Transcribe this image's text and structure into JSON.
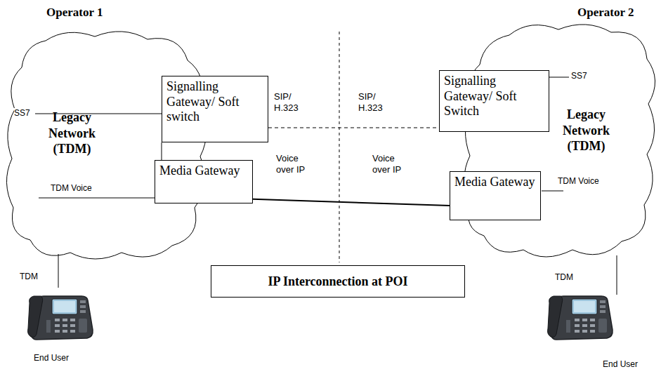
{
  "diagram": {
    "nodes": [
      {
        "text": [
          "Legacy Network (TDM)"
        ]
      },
      {
        "text": [
          "Signalling Gateway/ Soft switch"
        ]
      },
      {
        "text": [
          "Media Gateway"
        ]
      },
      {
        "text": [
          "Legacy Network (TDM)"
        ]
      },
      {
        "text": [
          "Signalling Gateway/ Soft Switch"
        ]
      },
      {
        "text": [
          "Media Gateway"
        ]
      },
      {
        "text": [
          "IP Interconnection at POI"
        ]
      }
    ],
    "edges": [
      {
        "from": 1,
        "to": 4,
        "arrow": "none"
      },
      {
        "from": 2,
        "to": 5,
        "arrow": "none"
      },
      {
        "from": 1,
        "to": 2,
        "arrow": "none"
      }
    ],
    "labels": [
      "Operator 1",
      "Operator 2",
      "SS7",
      "TDM Voice",
      "SIP/ H.323",
      "SIP/ H.323",
      "Voice over IP",
      "Voice over IP",
      "SS7",
      "TDM Voice",
      "TDM",
      "End User",
      "TDM",
      "End User"
    ]
  }
}
